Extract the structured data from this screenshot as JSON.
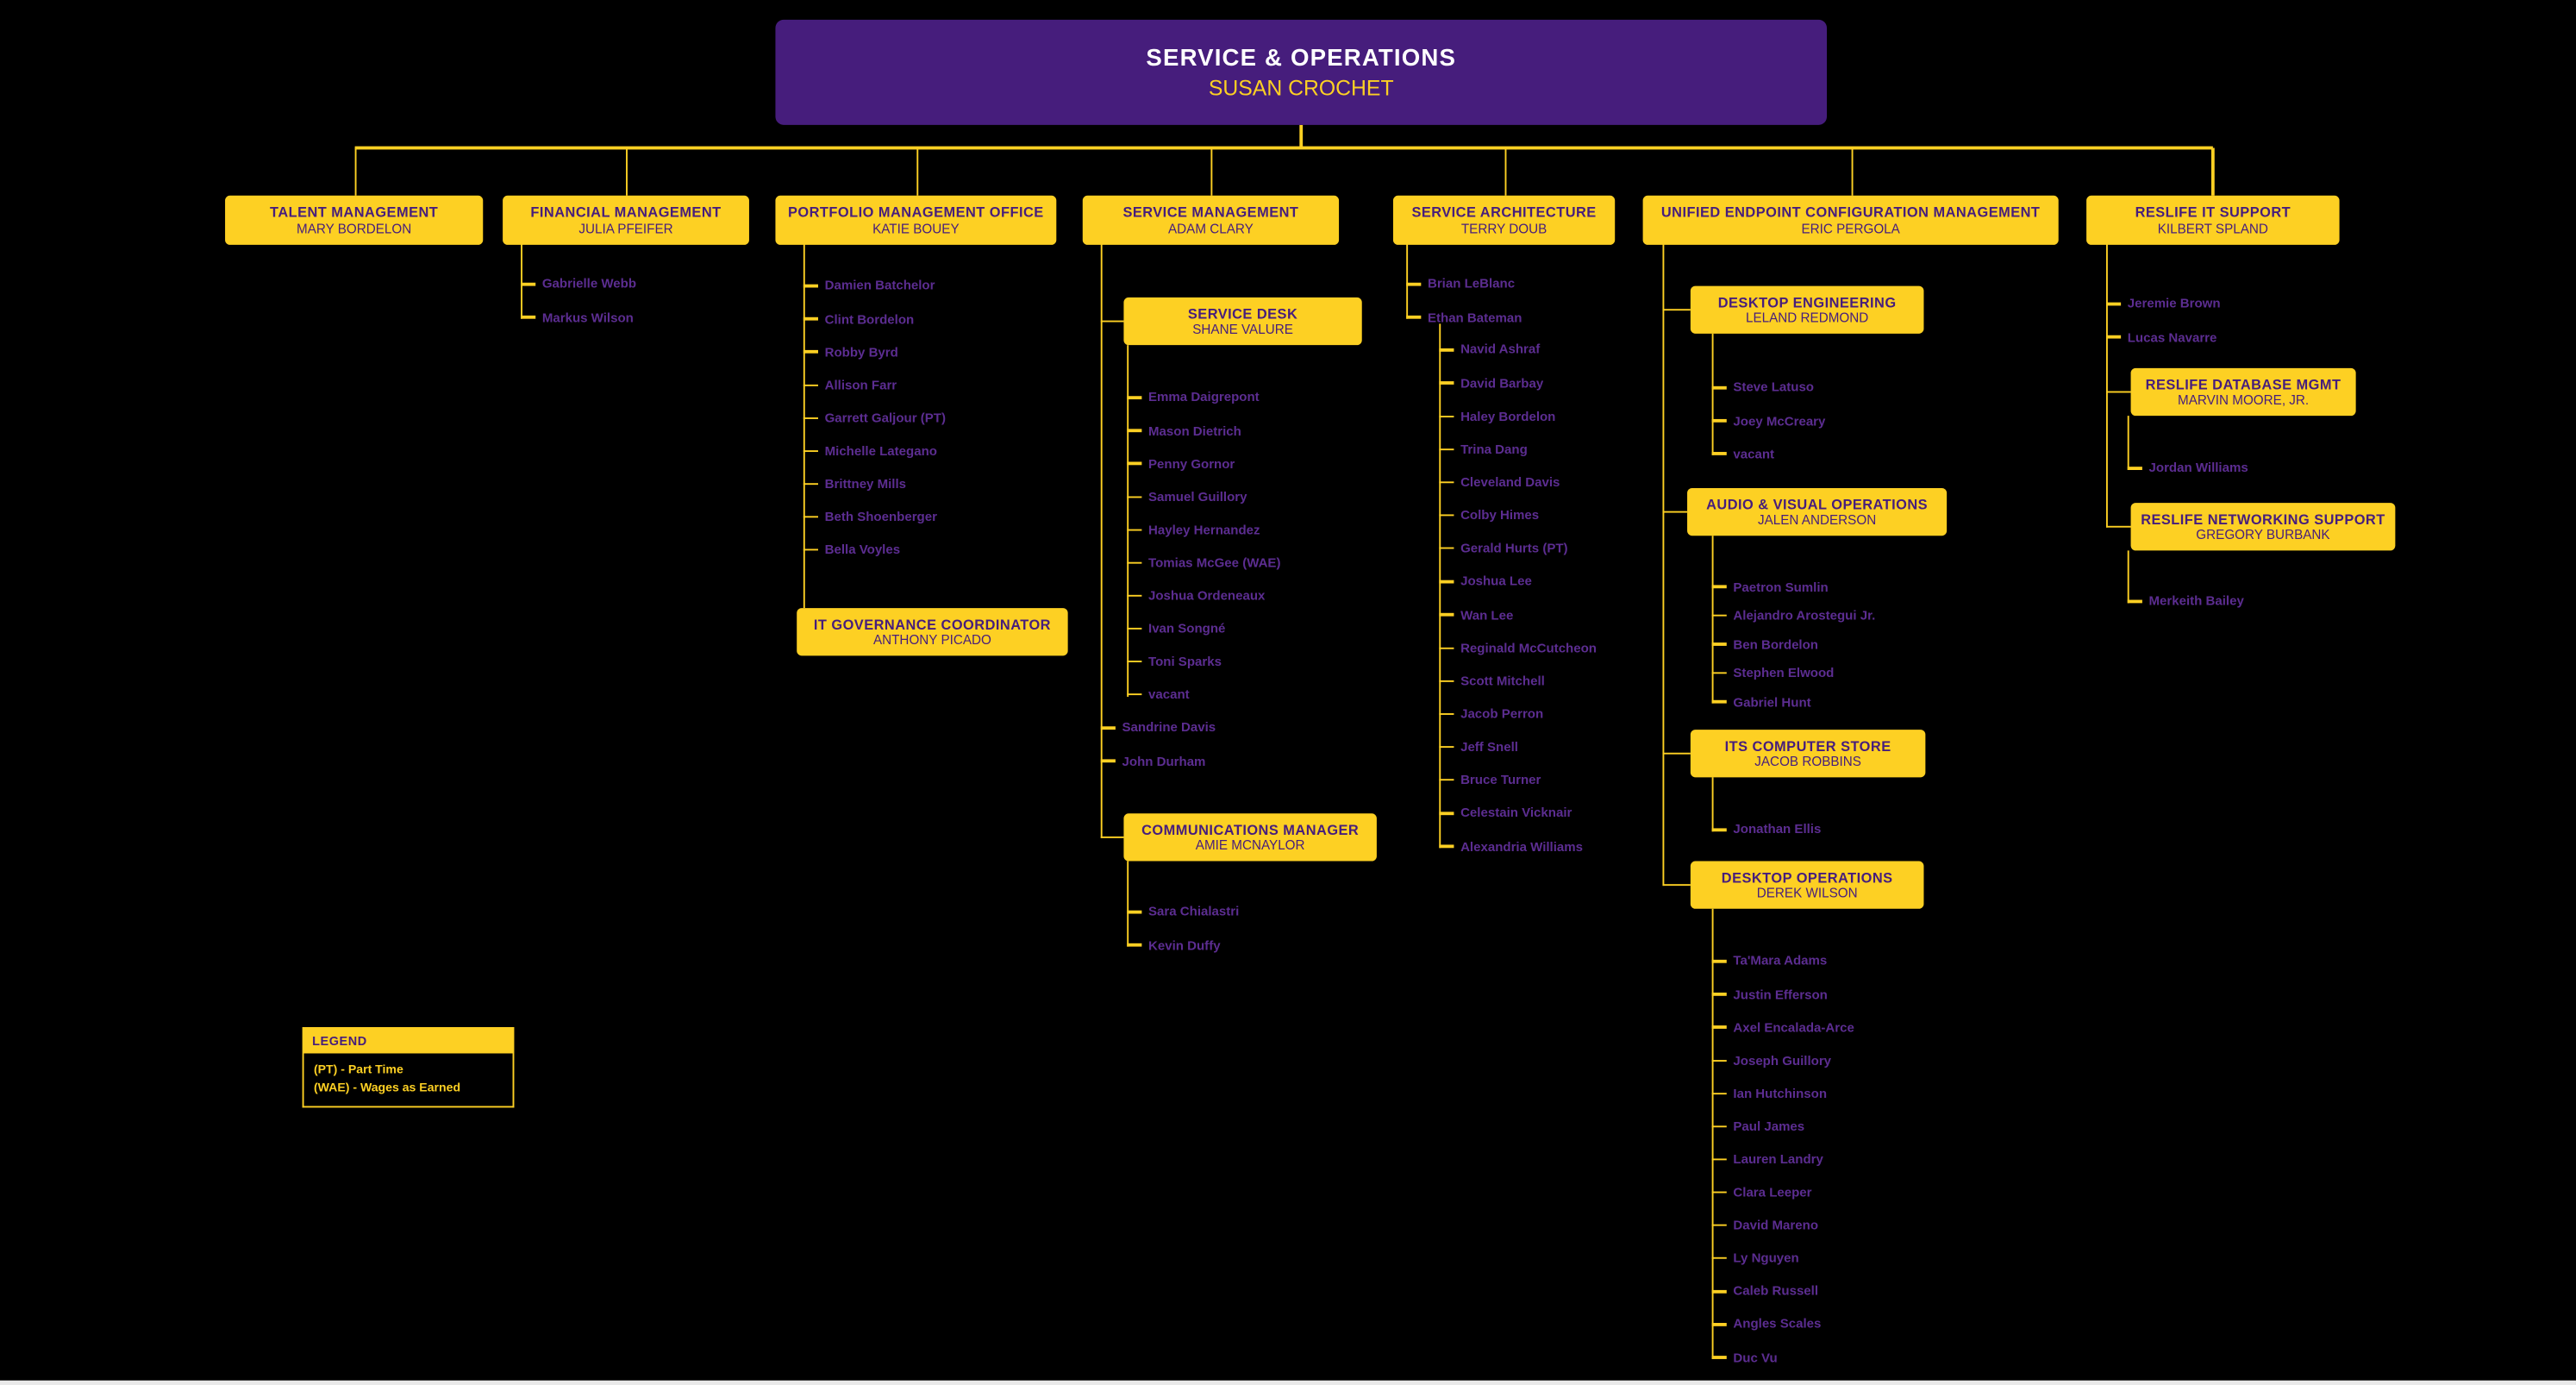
{
  "colors": {
    "background": "#000000",
    "purple": "#461D7C",
    "gold": "#FDD023",
    "leaf_name_purple": "#5C2D91"
  },
  "root": {
    "title": "SERVICE & OPERATIONS",
    "name": "SUSAN CROCHET"
  },
  "talent": {
    "title": "TALENT MANAGEMENT",
    "name": "MARY BORDELON"
  },
  "financial": {
    "title": "FINANCIAL MANAGEMENT",
    "name": "JULIA PFEIFER",
    "members": [
      "Gabrielle Webb",
      "Markus Wilson"
    ]
  },
  "portfolio": {
    "title": "PORTFOLIO MANAGEMENT OFFICE",
    "name": "KATIE BOUEY",
    "members": [
      "Damien Batchelor",
      "Clint Bordelon",
      "Robby Byrd",
      "Allison Farr",
      "Garrett Galjour (PT)",
      "Michelle Lategano",
      "Brittney Mills",
      "Beth Shoenberger",
      "Bella Voyles"
    ],
    "governance": {
      "title": "IT GOVERNANCE COORDINATOR",
      "name": "ANTHONY PICADO"
    }
  },
  "service_management": {
    "title": "SERVICE MANAGEMENT",
    "name": "ADAM CLARY",
    "service_desk": {
      "title": "SERVICE DESK",
      "name": "SHANE VALURE",
      "members": [
        "Emma Daigrepont",
        "Mason Dietrich",
        "Penny Gornor",
        "Samuel Guillory",
        "Hayley Hernandez",
        "Tomias McGee (WAE)",
        "Joshua Ordeneaux",
        "Ivan Songné",
        "Toni Sparks",
        "vacant"
      ]
    },
    "members": [
      "Sandrine Davis",
      "John Durham"
    ],
    "communications": {
      "title": "COMMUNICATIONS MANAGER",
      "name": "AMIE MCNAYLOR",
      "members": [
        "Sara Chialastri",
        "Kevin Duffy"
      ]
    }
  },
  "service_architecture": {
    "title": "SERVICE ARCHITECTURE",
    "name": "TERRY DOUB",
    "members": [
      "Brian LeBlanc",
      "Ethan Bateman"
    ],
    "bateman_team": [
      "Navid Ashraf",
      "David Barbay",
      "Haley Bordelon",
      "Trina Dang",
      "Cleveland Davis",
      "Colby Himes",
      "Gerald Hurts (PT)",
      "Joshua Lee",
      "Wan Lee",
      "Reginald McCutcheon",
      "Scott Mitchell",
      "Jacob Perron",
      "Jeff Snell",
      "Bruce Turner",
      "Celestain Vicknair",
      "Alexandria Williams"
    ]
  },
  "uecm": {
    "title": "UNIFIED ENDPOINT CONFIGURATION MANAGEMENT",
    "name": "ERIC PERGOLA",
    "desktop_engineering": {
      "title": "DESKTOP ENGINEERING",
      "name": "LELAND REDMOND",
      "members": [
        "Steve Latuso",
        "Joey McCreary",
        "vacant"
      ]
    },
    "av_operations": {
      "title": "AUDIO & VISUAL OPERATIONS",
      "name": "JALEN ANDERSON",
      "members": [
        "Paetron Sumlin",
        "Alejandro Arostegui Jr.",
        "Ben Bordelon",
        "Stephen Elwood",
        "Gabriel Hunt"
      ]
    },
    "computer_store": {
      "title": "ITS COMPUTER STORE",
      "name": "JACOB ROBBINS",
      "members": [
        "Jonathan Ellis"
      ]
    },
    "desktop_operations": {
      "title": "DESKTOP OPERATIONS",
      "name": "DEREK WILSON",
      "members": [
        "Ta'Mara Adams",
        "Justin Efferson",
        "Axel Encalada-Arce",
        "Joseph Guillory",
        "Ian Hutchinson",
        "Paul James",
        "Lauren Landry",
        "Clara Leeper",
        "David Mareno",
        "Ly Nguyen",
        "Caleb Russell",
        "Angles Scales",
        "Duc Vu"
      ]
    }
  },
  "reslife": {
    "title": "RESLIFE IT SUPPORT",
    "name": "KILBERT SPLAND",
    "members": [
      "Jeremie Brown",
      "Lucas Navarre"
    ],
    "database": {
      "title": "RESLIFE DATABASE MGMT",
      "name": "MARVIN MOORE, JR.",
      "members": [
        "Jordan Williams"
      ]
    },
    "networking": {
      "title": "RESLIFE NETWORKING SUPPORT",
      "name": "GREGORY BURBANK",
      "members": [
        "Merkeith Bailey"
      ]
    }
  },
  "legend": {
    "title": "LEGEND",
    "items": [
      "(PT) - Part Time",
      "(WAE) - Wages as Earned"
    ]
  }
}
